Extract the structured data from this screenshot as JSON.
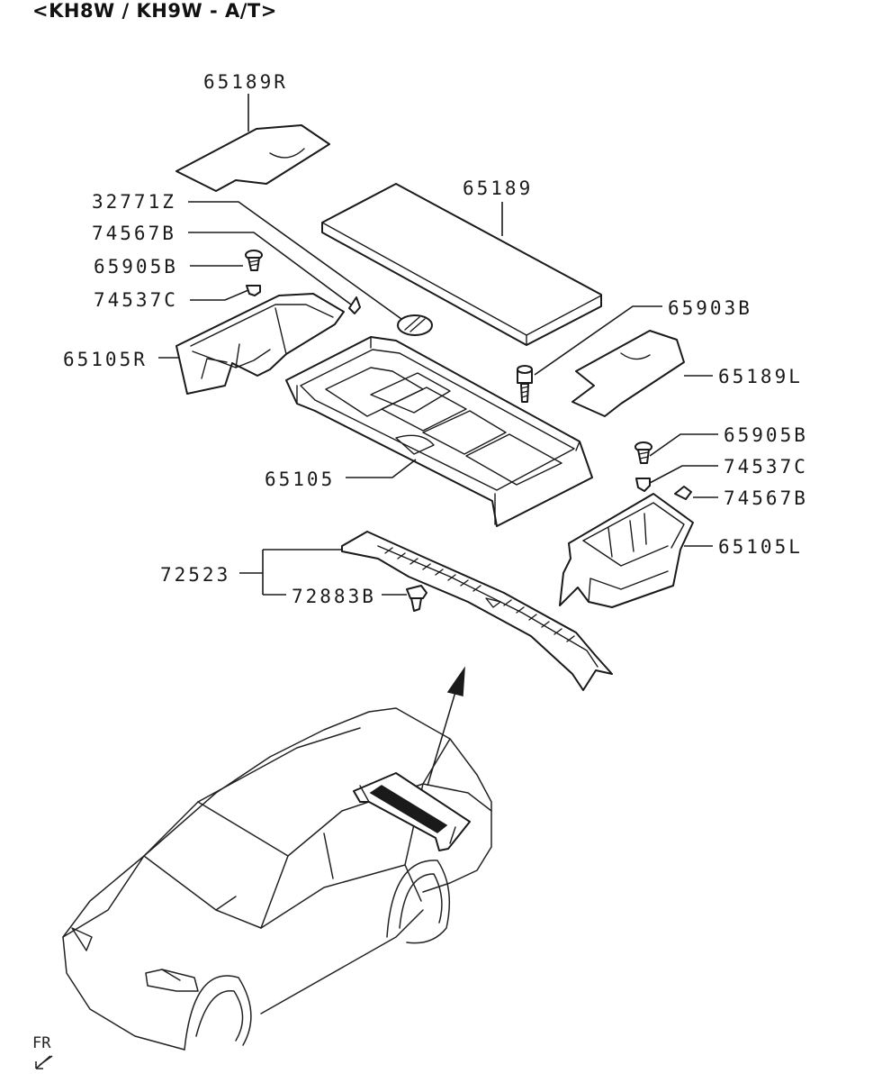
{
  "header": {
    "title": "<KH8W / KH9W - A/T>"
  },
  "parts": {
    "p65189R": "65189R",
    "p65189": "65189",
    "p32771Z": "32771Z",
    "p74567B_left": "74567B",
    "p65905B_left": "65905B",
    "p74537C_left": "74537C",
    "p65105R": "65105R",
    "p65903B": "65903B",
    "p65189L": "65189L",
    "p65105": "65105",
    "p65905B_right": "65905B",
    "p74537C_right": "74537C",
    "p74567B_right": "74567B",
    "p65105L": "65105L",
    "p72523": "72523",
    "p72883B": "72883B"
  },
  "orientation": {
    "label": "FR"
  }
}
